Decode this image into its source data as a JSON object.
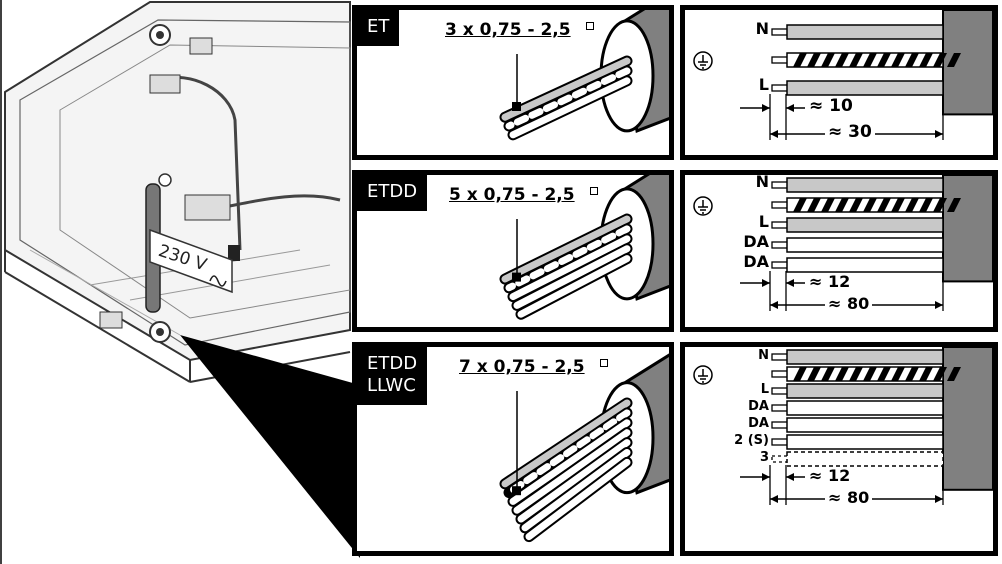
{
  "label_230": "230 V",
  "rows": [
    {
      "tag_lines": [
        "ET"
      ],
      "spec": "3 x 0,75 - 2,5",
      "wires": [
        "N",
        "",
        "L"
      ],
      "dim_short": "≈ 10",
      "dim_long": "≈ 30"
    },
    {
      "tag_lines": [
        "ETDD"
      ],
      "spec": "5 x 0,75 - 2,5",
      "wires": [
        "N",
        "",
        "L",
        "DA",
        "DA"
      ],
      "dim_short": "≈ 12",
      "dim_long": "≈ 80"
    },
    {
      "tag_lines": [
        "ETDD",
        "LLWC"
      ],
      "spec": "7 x 0,75 - 2,5",
      "wires": [
        "N",
        "",
        "L",
        "DA",
        "DA",
        "2 (S)",
        "3"
      ],
      "dim_short": "≈ 12",
      "dim_long": "≈ 80"
    }
  ],
  "colors": {
    "ink": "#000000",
    "cable": "#808080",
    "wire_grey": "#c8c8c8",
    "panel_bg": "#ffffff"
  }
}
